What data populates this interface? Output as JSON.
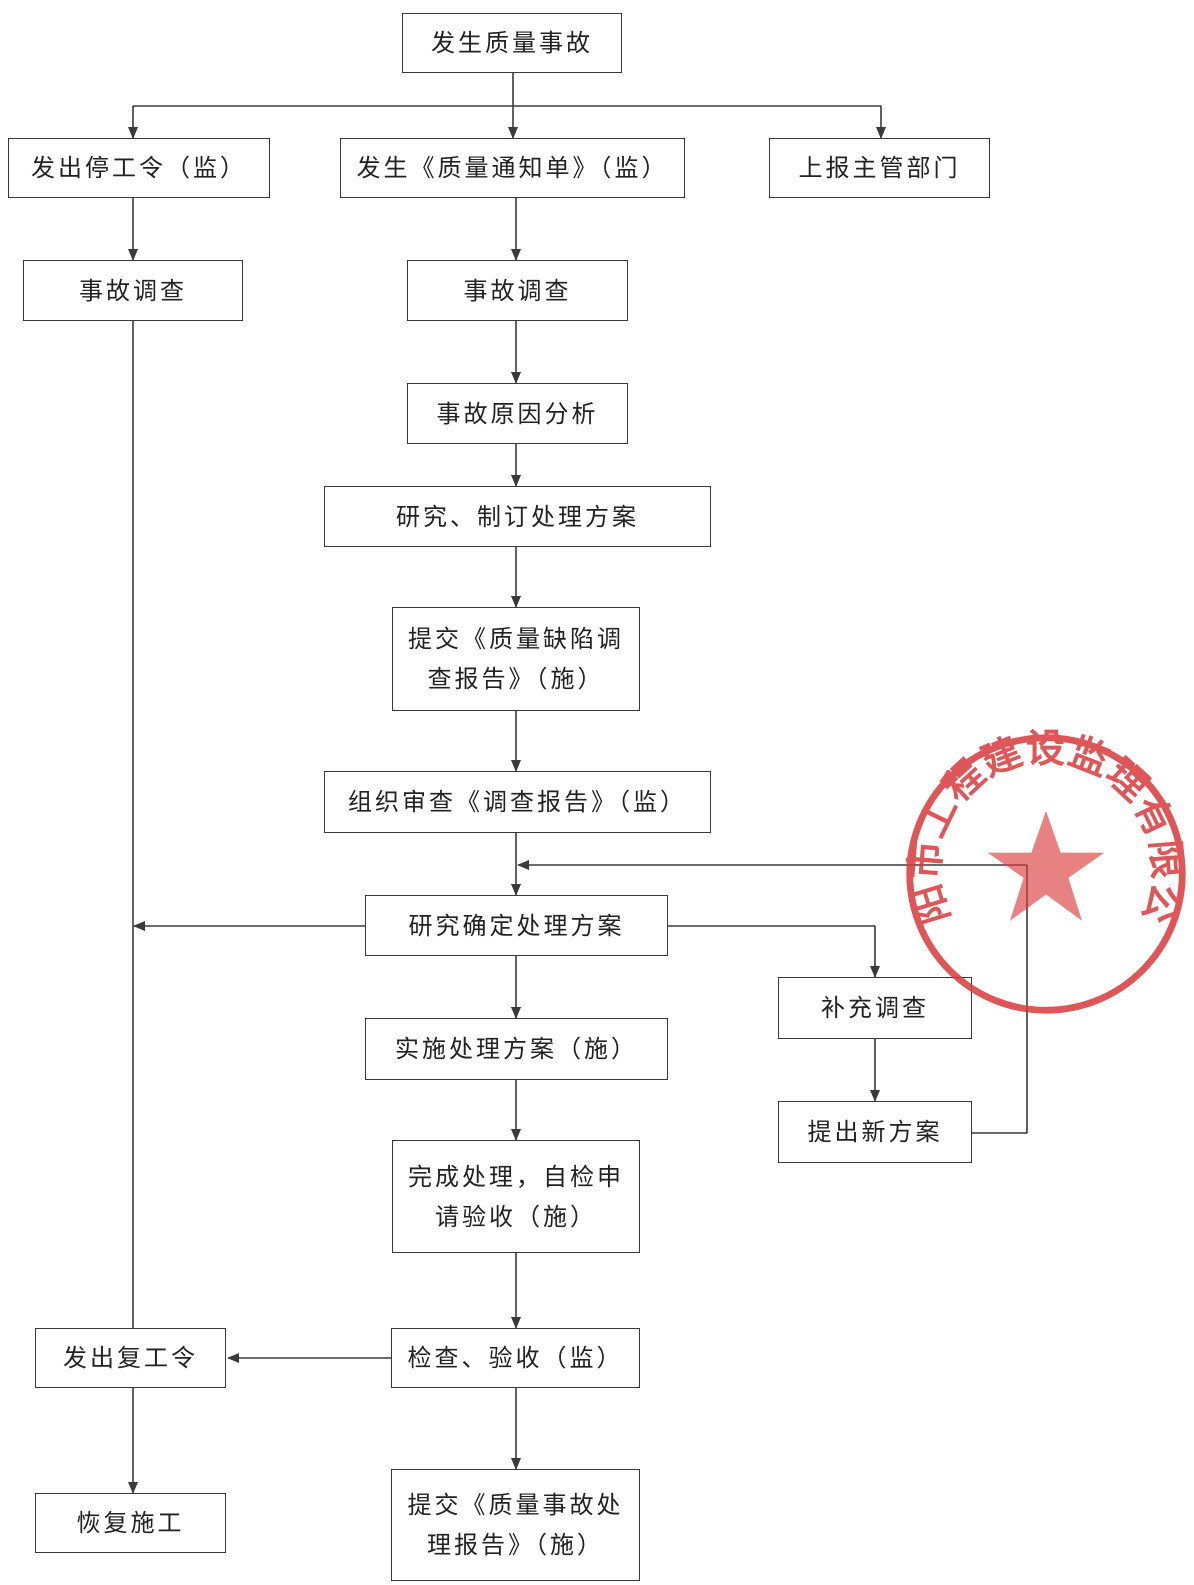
{
  "nodes": {
    "start": "发生质量事故",
    "stop_order": "发出停工令（监）",
    "quality_notice": "发生《质量通知单》（监）",
    "report_dept": "上报主管部门",
    "investigate_left": "事故调查",
    "investigate_mid": "事故调查",
    "cause_analysis": "事故原因分析",
    "draft_plan": "研究、制订处理方案",
    "submit_defect_report_l1": "提交《质量缺陷调",
    "submit_defect_report_l2": "查报告》（施）",
    "review_report": "组织审查《调查报告》（监）",
    "decide_plan": "研究确定处理方案",
    "supplement_investigation": "补充调查",
    "new_plan": "提出新方案",
    "implement_plan": "实施处理方案（施）",
    "complete_l1": "完成处理，自检申",
    "complete_l2": "请验收（施）",
    "inspect_accept": "检查、验收（监）",
    "resume_order": "发出复工令",
    "resume_work": "恢复施工",
    "final_report_l1": "提交《质量事故处",
    "final_report_l2": "理报告》（施）"
  },
  "stamp": {
    "text": "揭阳市工程建设监理有限公司",
    "color": "#d9393c"
  }
}
